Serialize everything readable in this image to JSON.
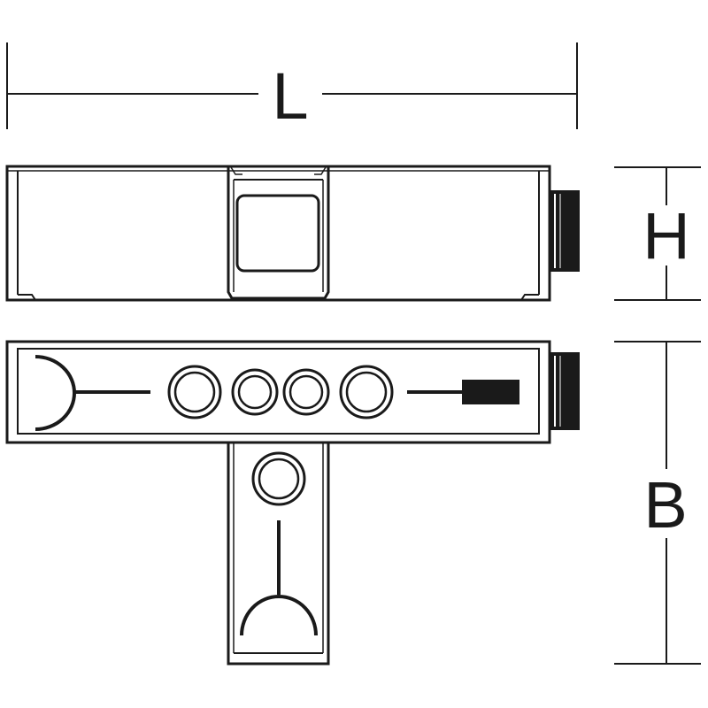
{
  "drawing": {
    "dimensions": {
      "length": "L",
      "height": "H",
      "depth": "B"
    }
  },
  "colors": {
    "line": "#1a1a1a",
    "background": "#ffffff"
  }
}
